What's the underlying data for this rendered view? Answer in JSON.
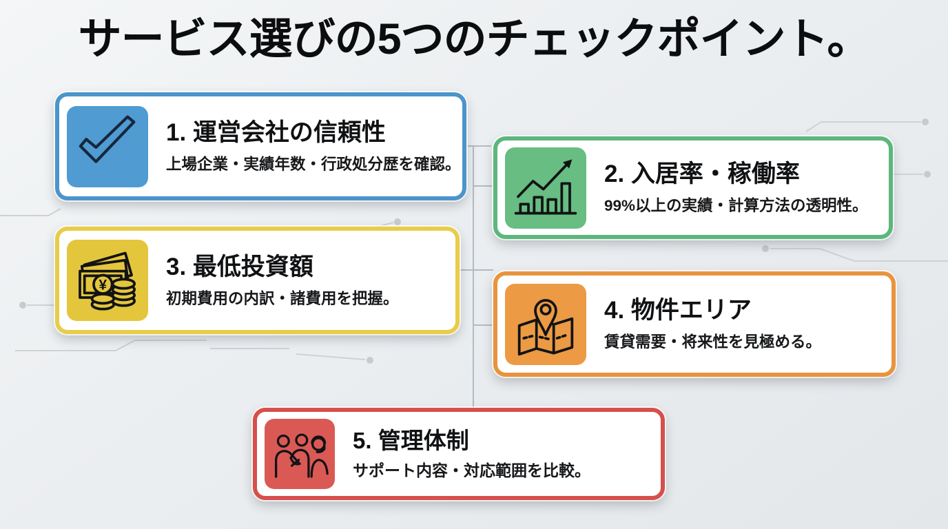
{
  "title": "サービス選びの5つのチェックポイント。",
  "cards": [
    {
      "title": "1. 運営会社の信頼性",
      "subtitle": "上場企業・実績年数・行政処分歴を確認。",
      "icon": "check-icon",
      "border_color": "#4b95cb",
      "icon_bg": "#4f9bd2"
    },
    {
      "title": "2. 入居率・稼働率",
      "subtitle": "99%以上の実績・計算方法の透明性。",
      "icon": "bar-chart-growth-icon",
      "border_color": "#5cb77c",
      "icon_bg": "#67bd82"
    },
    {
      "title": "3. 最低投資額",
      "subtitle": "初期費用の内訳・諸費用を把握。",
      "icon": "money-coins-icon",
      "border_color": "#e7cd48",
      "icon_bg": "#e4c63c"
    },
    {
      "title": "4. 物件エリア",
      "subtitle": "賃貸需要・将来性を見極める。",
      "icon": "map-pin-icon",
      "border_color": "#e8943e",
      "icon_bg": "#ec9a43"
    },
    {
      "title": "5. 管理体制",
      "subtitle": "サポート内容・対応範囲を比較。",
      "icon": "handshake-support-icon",
      "border_color": "#d64f4c",
      "icon_bg": "#da5955"
    }
  ],
  "colors": {
    "background_light": "#f4f6f7",
    "background_dark": "#e3e7ea",
    "connector_line": "#b3bac1",
    "circuit_trace": "#cdd2d6",
    "title_text": "#0c0d0f",
    "check_stroke": "#16273c"
  }
}
